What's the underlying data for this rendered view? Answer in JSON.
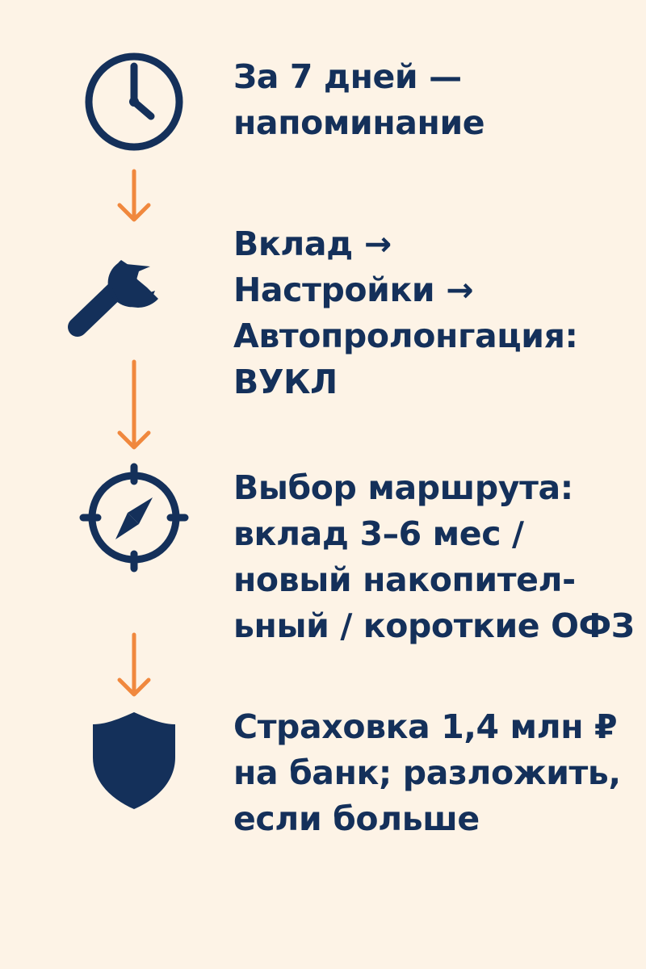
{
  "colors": {
    "background": "#fdf3e6",
    "icon": "#14305a",
    "text": "#14305a",
    "arrow": "#f0883e"
  },
  "steps": [
    {
      "icon": "clock-icon",
      "lines": [
        "За 7 дней —",
        "напоминание"
      ]
    },
    {
      "icon": "wrench-icon",
      "lines": [
        "Вклад →",
        "Настройки →",
        "Автопролонгация:",
        "ВУКЛ"
      ]
    },
    {
      "icon": "compass-icon",
      "lines": [
        "Выбор маршрута:",
        "вклад 3–6 мес /",
        "новый накопител-",
        "ьный / короткие ОФЗ"
      ]
    },
    {
      "icon": "shield-icon",
      "lines": [
        "Страховка 1,4 млн ₽",
        "на банк; разложить,",
        "если больше"
      ]
    }
  ]
}
